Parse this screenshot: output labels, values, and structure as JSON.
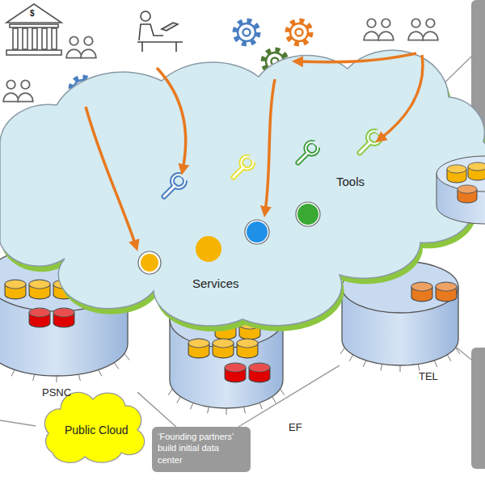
{
  "diagram": {
    "nodes": [
      {
        "text": [
          "Tools",
          "Services"
        ]
      },
      {
        "text": [
          "PSNC"
        ]
      },
      {
        "text": [
          "EF"
        ]
      },
      {
        "text": [
          "TEL"
        ]
      },
      {
        "text": [
          "Public Cloud"
        ]
      },
      {
        "text": [
          "‘Founding partners’ build initial data center"
        ]
      }
    ],
    "edges": [
      {
        "from": 5,
        "to": 1,
        "arrow": "none"
      },
      {
        "from": 5,
        "to": 3,
        "arrow": "none"
      }
    ],
    "labels": [
      "$"
    ]
  }
}
